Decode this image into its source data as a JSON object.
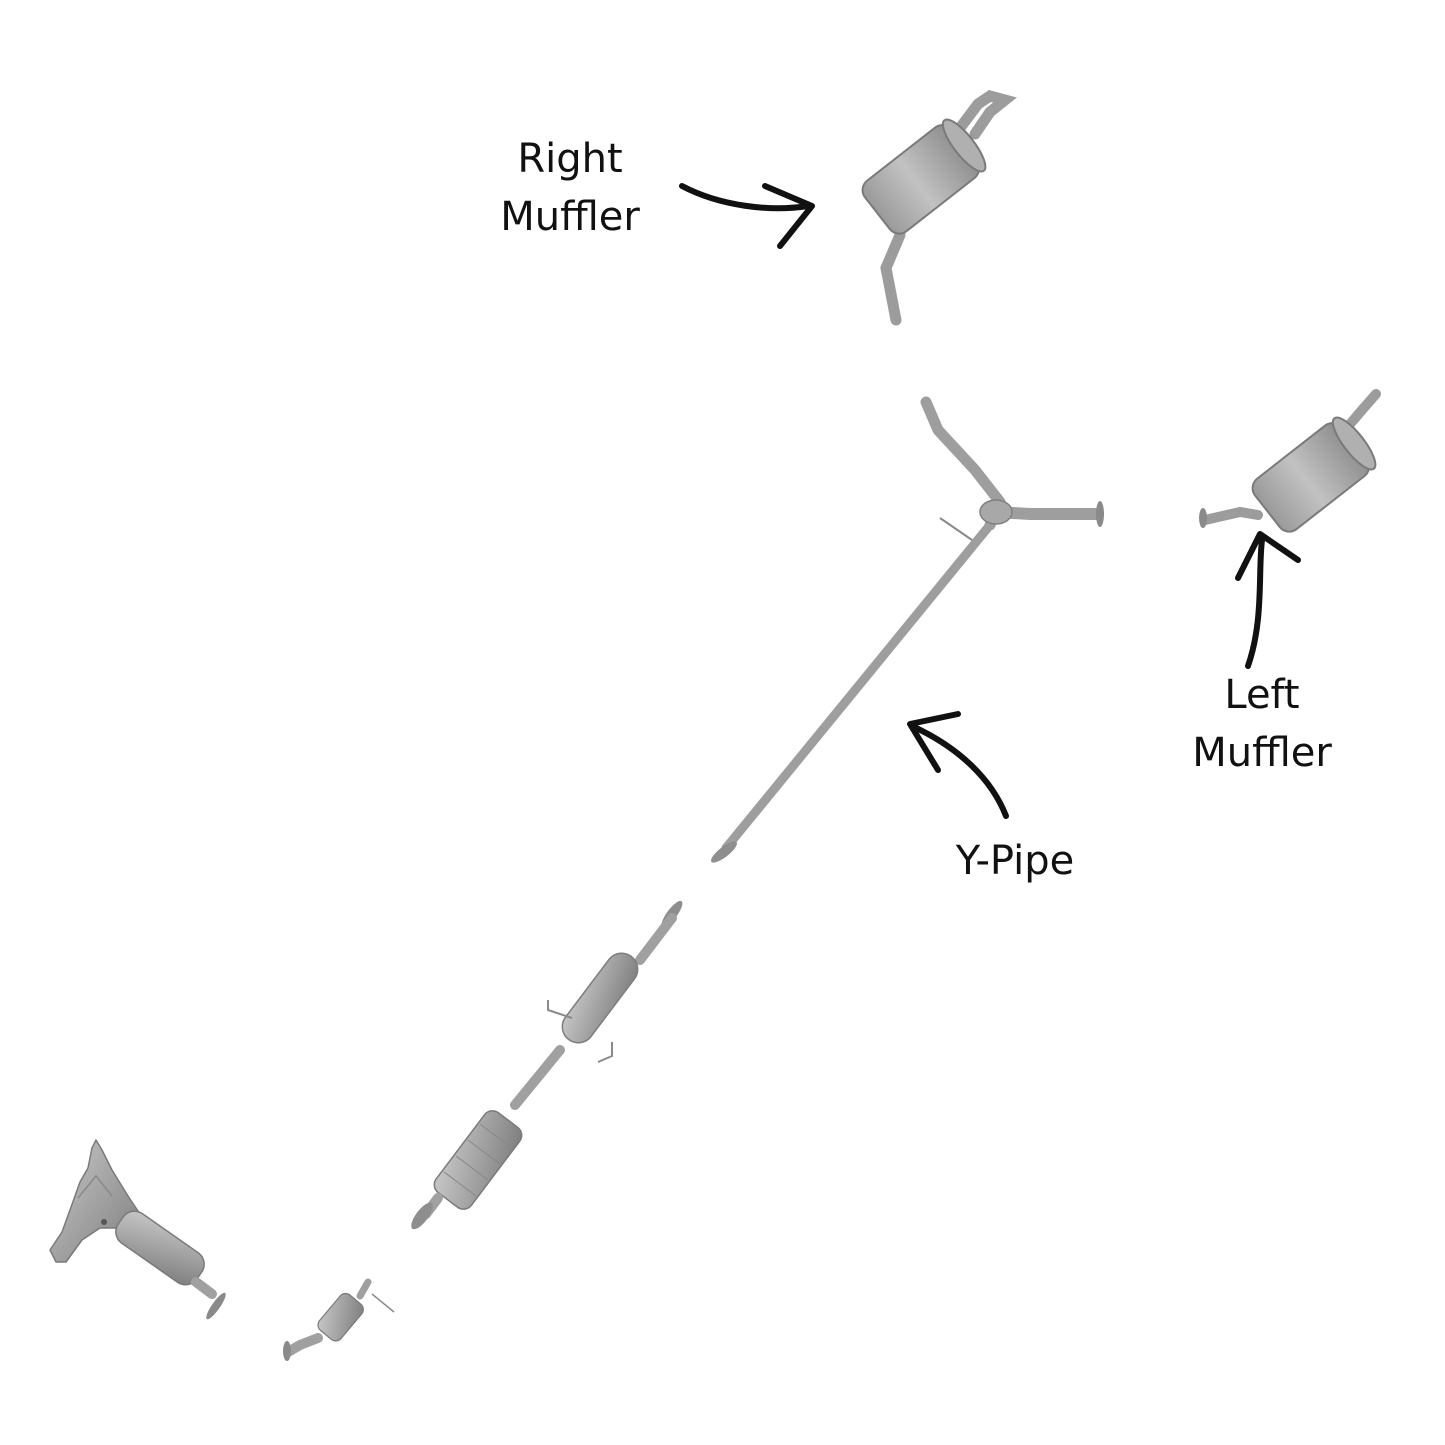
{
  "labels": {
    "right_muffler": {
      "line1": "Right",
      "line2": "Muffler"
    },
    "left_muffler": {
      "line1": "Left",
      "line2": "Muffler"
    },
    "y_pipe": "Y-Pipe"
  },
  "parts": [
    "exhaust-manifold",
    "front-catalytic-converter",
    "catalytic-converter-resonator-pipe",
    "y-pipe",
    "right-muffler",
    "left-muffler"
  ],
  "colors": {
    "metal": "#a6a6a6",
    "metal_dark": "#7a7a7a",
    "metal_light": "#c4c4c4",
    "text": "#111111",
    "background": "#ffffff"
  }
}
